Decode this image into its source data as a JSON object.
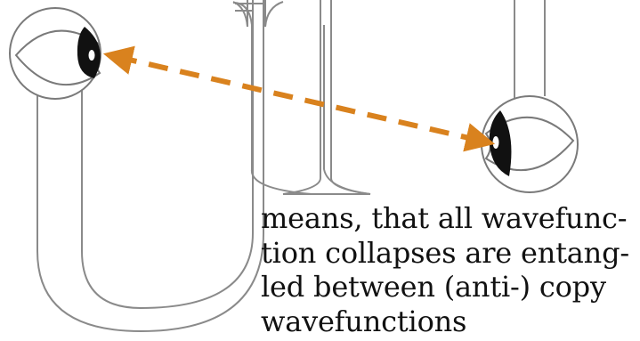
{
  "caption": {
    "lines": [
      "means, that all wavefunc-",
      "tion collapses are entang-",
      "led between (anti-) copy",
      "wavefunctions"
    ]
  },
  "colors": {
    "outline": "#7a7a7a",
    "arrow": "#d9821e",
    "pupil": "#111111"
  },
  "icons": {
    "left_eye": "eye-looking-right-icon",
    "right_eye": "eye-looking-left-icon"
  }
}
